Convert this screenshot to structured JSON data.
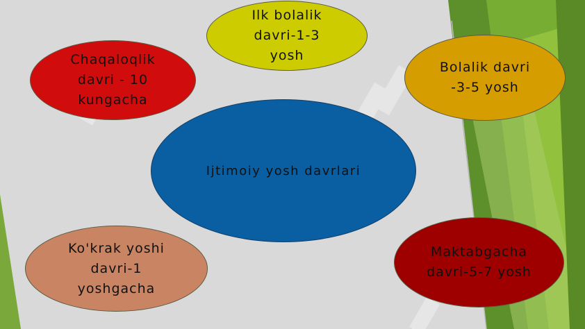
{
  "diagram": {
    "center_label": "Ijtimoiy yosh davrlari",
    "nodes": [
      {
        "label": "Chaqaloqlik\ndavri - 10\nkungacha",
        "color": "#d10c0c"
      },
      {
        "label": "Ilk bolalik\ndavri-1-3\nyosh",
        "color": "#cccc00"
      },
      {
        "label": "Bolalik davri\n-3-5 yosh",
        "color": "#d69d00"
      },
      {
        "label": "Ko'krak yoshi\ndavri-1\nyoshgacha",
        "color": "#c98563"
      },
      {
        "label": "Maktabgacha\ndavri-5-7 yosh",
        "color": "#9e0000"
      }
    ],
    "center_color": "#0a5ea2"
  },
  "theme": {
    "background": "#d9d9d9",
    "accent_green": "#6a9a2c"
  }
}
